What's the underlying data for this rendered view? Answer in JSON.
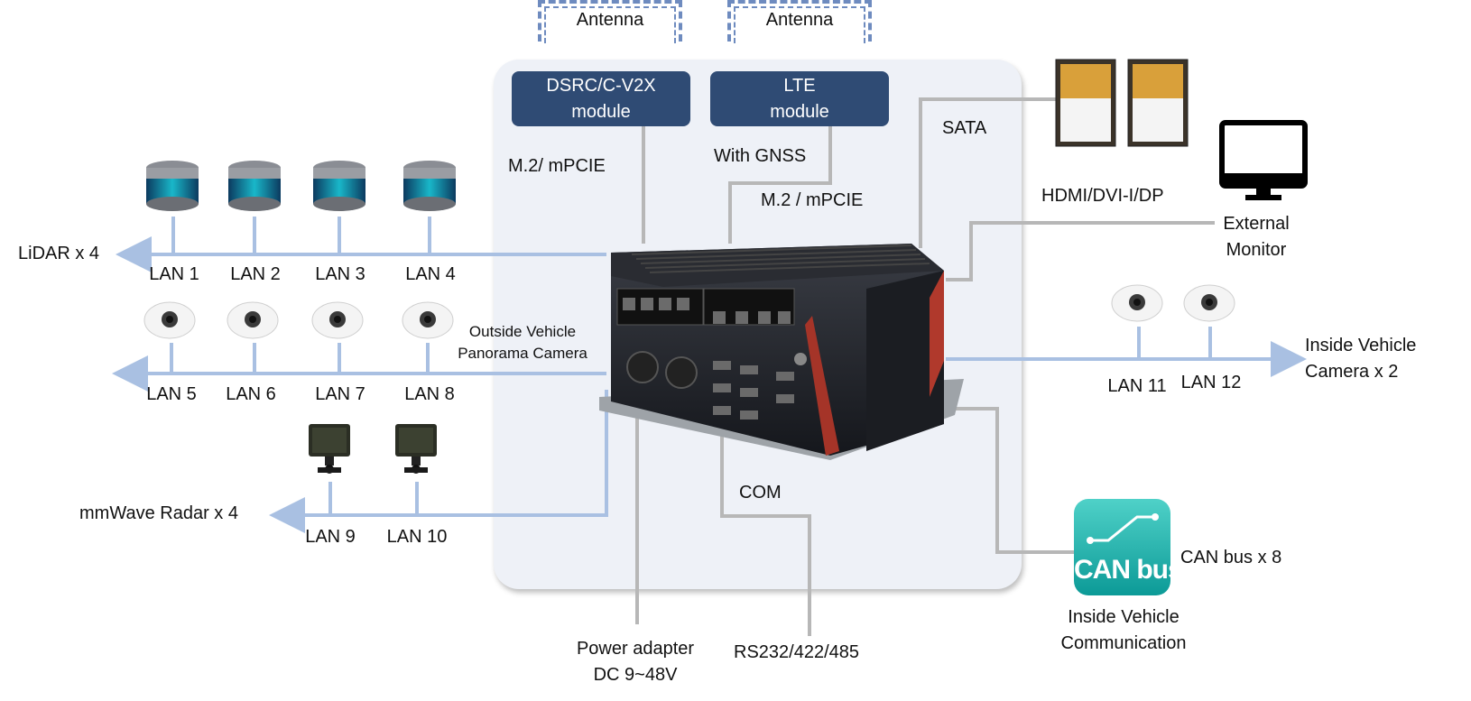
{
  "modules": {
    "antenna_left": "Antenna",
    "antenna_right": "Antenna",
    "dsrc": [
      "DSRC/C-V2X",
      "module"
    ],
    "lte": [
      "LTE",
      "module"
    ]
  },
  "interfaces": {
    "m2_left": "M.2/ mPCIE",
    "with_gnss": "With GNSS",
    "m2_right": "M.2 / mPCIE",
    "sata": "SATA",
    "hdmi": "HDMI/DVI-I/DP",
    "com": "COM"
  },
  "outputs": {
    "external_monitor": [
      "External",
      "Monitor"
    ],
    "inside_camera": [
      "Inside Vehicle",
      "Camera x 2"
    ],
    "can_bus": "CAN bus x 8",
    "inside_comm": [
      "Inside Vehicle",
      "Communication"
    ],
    "power": [
      "Power adapter",
      "DC 9~48V"
    ],
    "rs232": "RS232/422/485",
    "outside_camera": [
      "Outside Vehicle",
      "Panorama Camera"
    ],
    "can_icon_text": "CAN bus"
  },
  "groups": {
    "lidar": "LiDAR x 4",
    "radar": "mmWave Radar x 4"
  },
  "lan": {
    "lan1": "LAN 1",
    "lan2": "LAN 2",
    "lan3": "LAN 3",
    "lan4": "LAN 4",
    "lan5": "LAN 5",
    "lan6": "LAN 6",
    "lan7": "LAN 7",
    "lan8": "LAN 8",
    "lan9": "LAN 9",
    "lan10": "LAN 10",
    "lan11": "LAN 11",
    "lan12": "LAN 12"
  },
  "colors": {
    "bus_line": "#a9c0e2",
    "connector_line": "#b7b7b7",
    "module_fill": "#2f4b74",
    "panel_fill": "#eef1f7",
    "can_teal": "#1fb3ad"
  }
}
